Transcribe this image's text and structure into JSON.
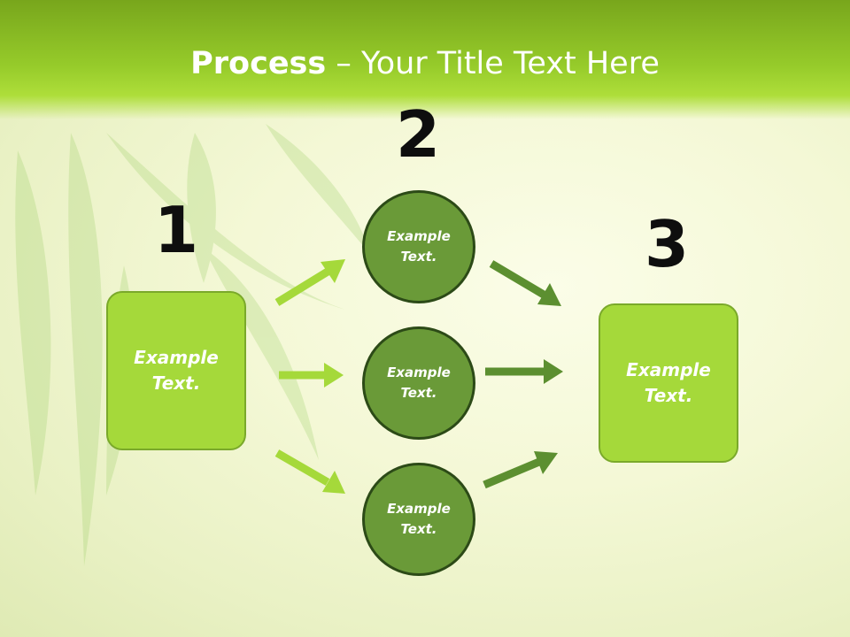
{
  "title": {
    "bold": "Process",
    "rest": " – Your Title Text Here"
  },
  "steps": [
    {
      "number": "1",
      "text": "Example\nText."
    },
    {
      "number": "2",
      "items": [
        "Example\nText.",
        "Example\nText.",
        "Example\nText."
      ]
    },
    {
      "number": "3",
      "text": "Example\nText."
    }
  ],
  "colors": {
    "box_fill": "#a5d93a",
    "circle_fill": "#6a9a38",
    "arrow_light": "#a5d93a",
    "arrow_dark": "#5c8f30"
  }
}
